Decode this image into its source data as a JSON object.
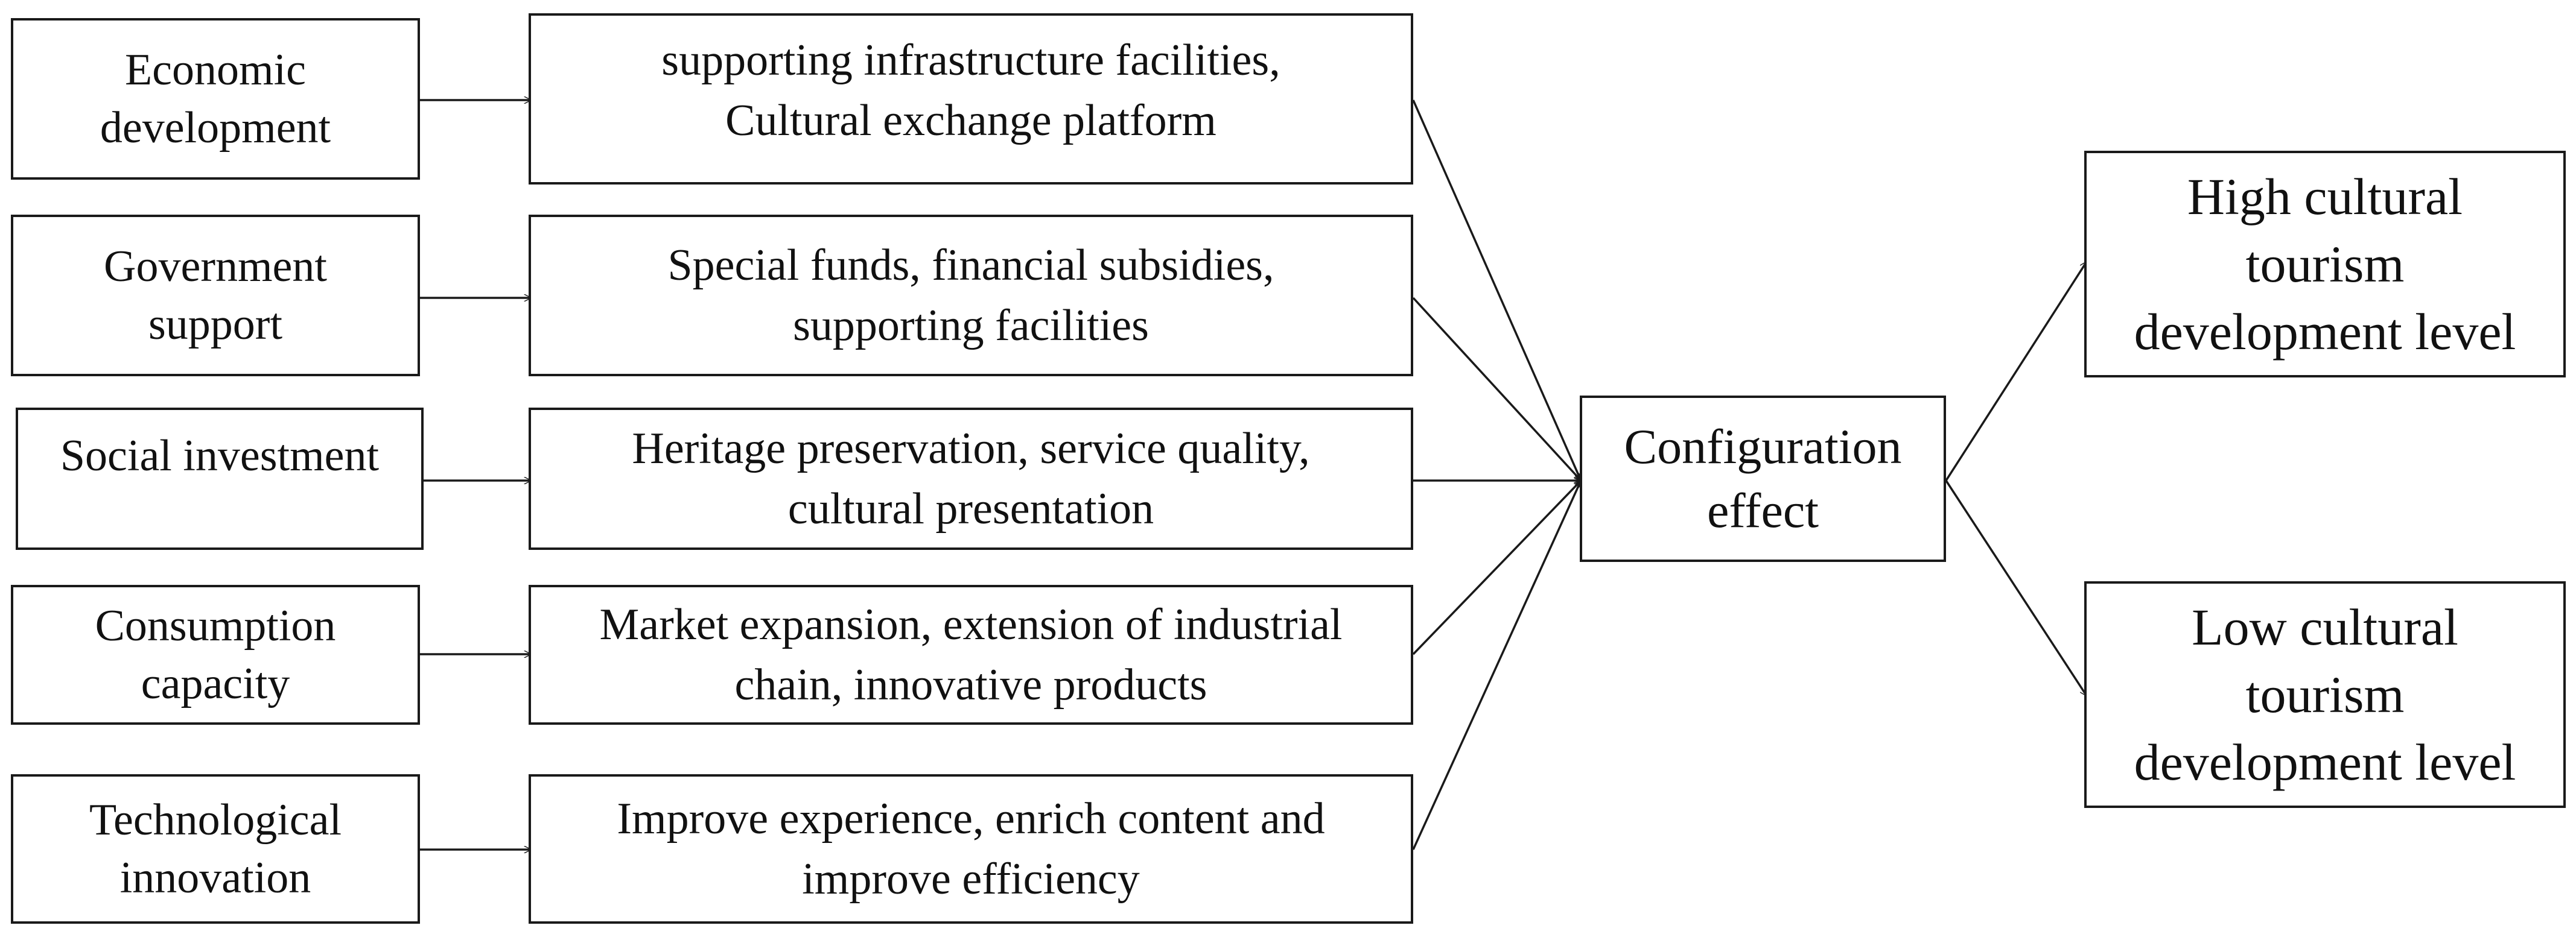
{
  "factors": [
    {
      "lines": [
        "Economic",
        "development"
      ]
    },
    {
      "lines": [
        "Government",
        "support"
      ]
    },
    {
      "lines": [
        "Social investment"
      ]
    },
    {
      "lines": [
        "Consumption",
        "capacity"
      ]
    },
    {
      "lines": [
        "Technological",
        "innovation"
      ]
    }
  ],
  "mechanisms": [
    {
      "lines": [
        "supporting infrastructure facilities,",
        "Cultural exchange platform"
      ]
    },
    {
      "lines": [
        "Special funds, financial subsidies,",
        "supporting facilities"
      ]
    },
    {
      "lines": [
        "Heritage preservation, service quality,",
        "cultural presentation"
      ]
    },
    {
      "lines": [
        "Market expansion, extension of industrial",
        "chain, innovative products"
      ]
    },
    {
      "lines": [
        "Improve experience, enrich content and",
        "improve efficiency"
      ]
    }
  ],
  "center": {
    "lines": [
      "Configuration",
      "effect"
    ]
  },
  "outcomes": [
    {
      "lines": [
        "High cultural",
        "tourism",
        "development level"
      ]
    },
    {
      "lines": [
        "Low cultural",
        "tourism",
        "development level"
      ]
    }
  ]
}
